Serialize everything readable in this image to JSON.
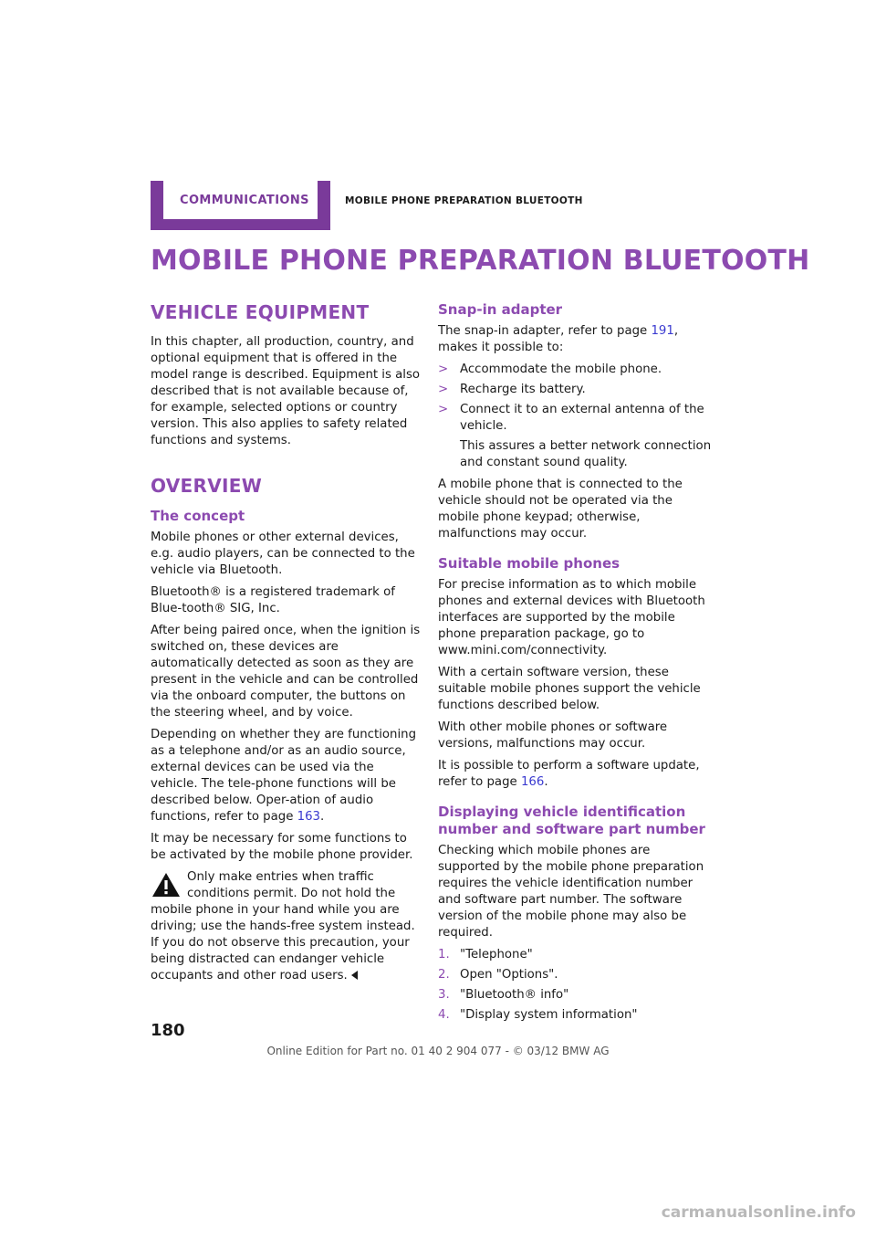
{
  "header": {
    "tab_label": "Communications",
    "chapter_label": "Mobile phone preparation Bluetooth"
  },
  "page_title": "Mobile phone preparation Bluetooth",
  "left": {
    "vehicle_equipment": {
      "heading": "Vehicle equipment",
      "text": "In this chapter, all production, country, and optional equipment that is offered in the model range is described. Equipment is also described that is not available because of, for example, selected options or country version. This also applies to safety related functions and systems."
    },
    "overview": {
      "heading": "Overview",
      "concept_heading": "The concept",
      "p1": "Mobile phones or other external devices, e.g. audio players, can be connected to the vehicle via Bluetooth.",
      "p2": "Bluetooth® is a registered trademark of Blue-tooth® SIG, Inc.",
      "p3": "After being paired once, when the ignition is switched on, these devices are automatically detected as soon as they are present in the vehicle and can be controlled via the onboard computer, the buttons on the steering wheel, and by voice.",
      "p4_before": "Depending on whether they are functioning as a telephone and/or as an audio source, external devices can be used via the vehicle. The tele-phone functions will be described below. Oper-ation of audio functions, refer to page ",
      "p4_link": "163",
      "p4_after": ".",
      "p5": "It may be necessary for some functions to be activated by the mobile phone provider.",
      "warning": "Only make entries when traffic conditions permit. Do not hold the mobile phone in your hand while you are driving; use the hands-free system instead. If you do not observe this precaution, your being distracted can endanger vehicle occupants and other road users."
    }
  },
  "right": {
    "snap_in": {
      "heading": "Snap-in adapter",
      "intro_before": "The snap-in adapter, refer to page ",
      "intro_link": "191",
      "intro_after": ", makes it possible to:",
      "bullet_marker": ">",
      "bullets": [
        "Accommodate the mobile phone.",
        "Recharge its battery.",
        "Connect it to an external antenna of the vehicle."
      ],
      "bullet3_cont": "This assures a better network connection and constant sound quality.",
      "p_after": "A mobile phone that is connected to the vehicle should not be operated via the mobile phone keypad; otherwise, malfunctions may occur."
    },
    "suitable": {
      "heading": "Suitable mobile phones",
      "p1": "For precise information as to which mobile phones and external devices with Bluetooth interfaces are supported by the mobile phone preparation package, go to www.mini.com/connectivity.",
      "p2": "With a certain software version, these suitable mobile phones support the vehicle functions described below.",
      "p3": "With other mobile phones or software versions, malfunctions may occur.",
      "p4_before": "It is possible to perform a software update, refer to page ",
      "p4_link": "166",
      "p4_after": "."
    },
    "display": {
      "heading": "Displaying vehicle identification number and software part number",
      "p1": "Checking which mobile phones are supported by the mobile phone preparation requires the vehicle identification number and software part number. The software version of the mobile phone may also be required.",
      "steps": [
        {
          "num": "1.",
          "text": "\"Telephone\""
        },
        {
          "num": "2.",
          "text": "Open \"Options\"."
        },
        {
          "num": "3.",
          "text": "\"Bluetooth® info\""
        },
        {
          "num": "4.",
          "text": "\"Display system information\""
        }
      ]
    }
  },
  "page_number": "180",
  "footer": "Online Edition for Part no. 01 40 2 904 077 - © 03/12 BMW AG",
  "watermark": "carmanualsonline.info",
  "colors": {
    "accent": "#8c4ab0",
    "tab": "#7a3a9a",
    "link": "#3a3ad0"
  }
}
